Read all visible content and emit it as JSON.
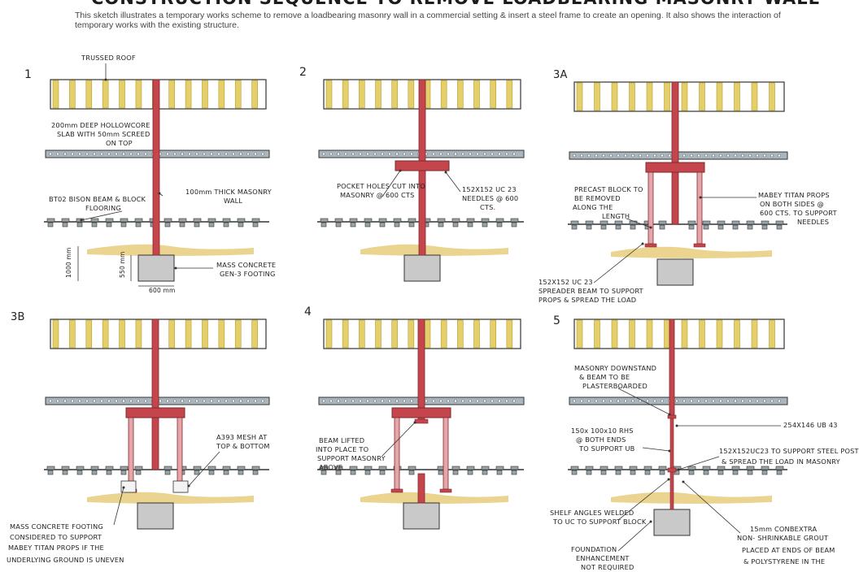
{
  "header": {
    "title": "CONSTRUCTION SEQUENCE TO REMOVE LOADBEARING MASONRY WALL",
    "intro": "This sketch illustrates a temporary works scheme to remove a loadbearing masonry wall in a commercial setting & insert a steel frame to create an opening. It also shows the interaction of temporary works with the existing structure."
  },
  "colors": {
    "roof_truss": "#e4cf6a",
    "wall": "#c4454c",
    "slab": "#aab6bd",
    "footing": "#c9c9c9",
    "ground": "#e7cd7c",
    "line": "#333333"
  },
  "steps": [
    {
      "label": "1",
      "annotations": {
        "roof": "TRUSSED ROOF",
        "slab_1": "200mm DEEP HOLLOWCORE",
        "slab_2": "SLAB WITH 50mm SCREED",
        "slab_3": "ON TOP",
        "wall_1": "100mm THICK MASONRY",
        "wall_2": "WALL",
        "floor_1": "BT02 BISON BEAM & BLOCK",
        "floor_2": "FLOORING",
        "footing_1": "MASS CONCRETE",
        "footing_2": "GEN-3 FOOTING",
        "dim_1000": "1000 mm",
        "dim_550": "550 mm",
        "dim_600": "600 mm"
      }
    },
    {
      "label": "2",
      "annotations": {
        "pocket_1": "POCKET HOLES CUT INTO",
        "pocket_2": "MASONRY @ 600 CTS",
        "needle_1": "152X152 UC 23",
        "needle_2": "NEEDLES @ 600",
        "needle_3": "CTS."
      }
    },
    {
      "label": "3A",
      "annotations": {
        "block_1": "PRECAST BLOCK TO",
        "block_2": "BE REMOVED",
        "block_3": "ALONG THE",
        "block_4": "LENGTH",
        "props_1": "MABEY TITAN PROPS",
        "props_2": "ON BOTH SIDES @",
        "props_3": "600 CTS. TO SUPPORT",
        "props_4": "NEEDLES",
        "spread_1": "152X152 UC 23",
        "spread_2": "SPREADER BEAM TO SUPPORT",
        "spread_3": "PROPS & SPREAD THE LOAD"
      }
    },
    {
      "label": "3B",
      "annotations": {
        "mesh_1": "A393 MESH AT",
        "mesh_2": "TOP & BOTTOM",
        "mass_1": "MASS CONCRETE FOOTING",
        "mass_2": "CONSIDERED TO SUPPORT",
        "mass_3": "MABEY TITAN PROPS IF THE",
        "mass_4": "UNDERLYING GROUND IS UNEVEN"
      }
    },
    {
      "label": "4",
      "annotations": {
        "beam_1": "BEAM LIFTED",
        "beam_2": "INTO PLACE TO",
        "beam_3": "SUPPORT MASONRY",
        "beam_4": "ABOVE"
      }
    },
    {
      "label": "5",
      "annotations": {
        "down_1": "MASONRY DOWNSTAND",
        "down_2": "& BEAM TO BE",
        "down_3": "PLASTERBOARDED",
        "ub": "254X146 UB 43",
        "rhs_1": "150x 100x10 RHS",
        "rhs_2": "@ BOTH ENDS",
        "rhs_3": "TO SUPPORT UB",
        "post_1": "152X152UC23 TO SUPPORT STEEL POST",
        "post_2": "& SPREAD THE LOAD IN MASONRY",
        "shelf_1": "SHELF ANGLES WELDED",
        "shelf_2": "TO UC TO SUPPORT BLOCK",
        "grout_1": "15mm CONBEXTRA",
        "grout_2": "NON- SHRINKABLE GROUT",
        "grout_3": "PLACED AT ENDS OF BEAM",
        "grout_4": "& POLYSTYRENE IN THE",
        "found_1": "FOUNDATION",
        "found_2": "ENHANCEMENT",
        "found_3": "NOT REQUIRED"
      }
    }
  ]
}
